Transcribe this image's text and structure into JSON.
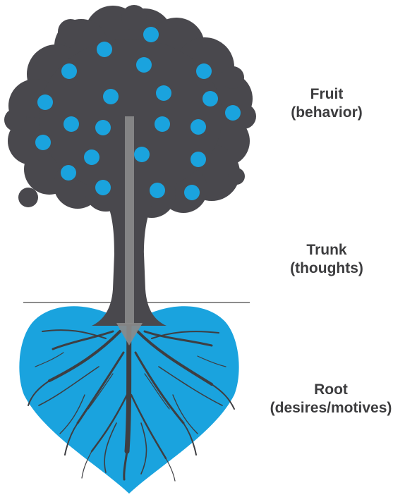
{
  "colors": {
    "foliage": "#49484d",
    "fruit": "#1aa3de",
    "heart": "#1aa3de",
    "roots": "#3e3e42",
    "arrow": "#8a8a8a",
    "ground_line": "#8c8c8c",
    "label_text": "#3c3c3e"
  },
  "labels": {
    "fruit": {
      "title": "Fruit",
      "subtitle": "(behavior)"
    },
    "trunk": {
      "title": "Trunk",
      "subtitle": "(thoughts)"
    },
    "root": {
      "title": "Root",
      "subtitle": "(desires/motives)"
    }
  },
  "arrow": {
    "direction": "down"
  }
}
